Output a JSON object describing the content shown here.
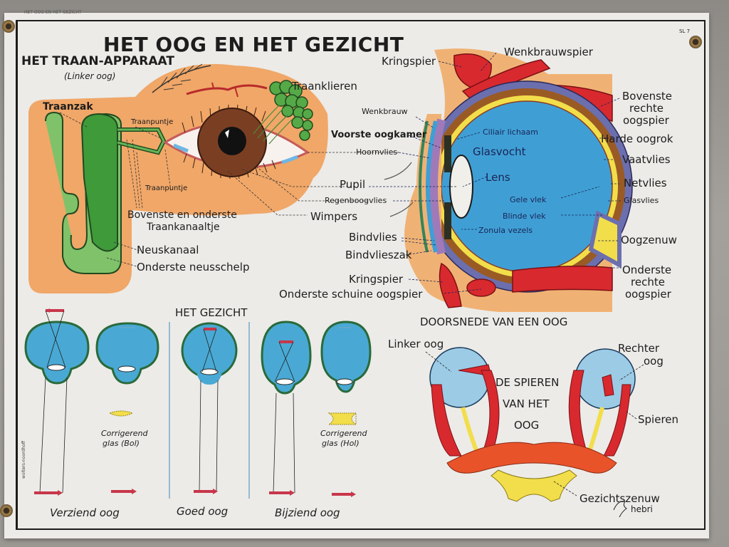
{
  "poster": {
    "corner_code": "SL 7",
    "header_strip": "HET OOG EN HET GEZICHT",
    "main_title": "HET OOG EN HET GEZICHT",
    "colors": {
      "paper": "#ecebe8",
      "skin": "#f0a768",
      "iris": "#7a3f23",
      "gland": "#4fa046",
      "eyeball": "#3f9fd5",
      "muscle": "#d8292f",
      "nerve": "#f0d53a",
      "sclera_band": "#6c6fae",
      "lens_yellow": "#f2de4a",
      "arrow_red": "#c8364a"
    }
  },
  "tear_apparatus": {
    "title": "HET TRAAN-APPARAAT",
    "subtitle": "(Linker oog)",
    "labels": {
      "traanklieren": "Traanklieren",
      "traanzak": "Traanzak",
      "traanpuntje_top": "Traanpuntje",
      "traanpuntje_bottom": "Traanpuntje",
      "traankanaaltje_1": "Bovenste en onderste",
      "traankanaaltje_2": "Traankanaaltje",
      "neuskanaal": "Neuskanaal",
      "neusschelp": "Onderste neusschelp"
    }
  },
  "cross_section": {
    "left_labels": {
      "kringspier_top": "Kringspier",
      "wenkbrauw": "Wenkbrauw",
      "voorste_oogkamer": "Voorste oogkamer",
      "hoornvlies": "Hoornvlies",
      "pupil": "Pupil",
      "regenboogvlies": "Regenboogvlies",
      "wimpers": "Wimpers",
      "bindvlies": "Bindvlies",
      "bindvlieszak": "Bindvlieszak",
      "kringspier_bottom": "Kringspier",
      "onderste_schuine": "Onderste schuine oogspier"
    },
    "inner_labels": {
      "ciliair": "Ciliair lichaam",
      "glasvocht": "Glasvocht",
      "lens": "Lens",
      "gele_vlek": "Gele vlek",
      "blinde_vlek": "Blinde vlek",
      "zonula": "Zonula vezels"
    },
    "right_labels": {
      "wenkbrauwspier": "Wenkbrauwspier",
      "bovenste_rechte_1": "Bovenste",
      "bovenste_rechte_2": "rechte",
      "bovenste_rechte_3": "oogspier",
      "harde_oogrok": "Harde oogrok",
      "vaatvlies": "Vaatvlies",
      "netvlies": "Netvlies",
      "glasvlies": "Glasvlies",
      "oogzenuw": "Oogzenuw",
      "onderste_rechte_1": "Onderste",
      "onderste_rechte_2": "rechte",
      "onderste_rechte_3": "oogspier"
    },
    "caption": "DOORSNEDE VAN EEN OOG"
  },
  "vision": {
    "title": "HET GEZICHT",
    "lens_convex_1": "Corrigerend",
    "lens_convex_2": "glas (Bol)",
    "lens_concave_1": "Corrigerend",
    "lens_concave_2": "glas (Hol)",
    "captions": [
      "Verziend oog",
      "Goed oog",
      "Bijziend oog"
    ]
  },
  "muscles": {
    "title_1": "DE SPIEREN",
    "title_2": "VAN HET",
    "title_3": "OOG",
    "linker": "Linker oog",
    "rechter_1": "Rechter",
    "rechter_2": "oog",
    "spieren": "Spieren",
    "gezichtszenuw": "Gezichtszenuw"
  },
  "publisher": {
    "name": "hebri",
    "side_print": "wolters-noordhoff"
  }
}
